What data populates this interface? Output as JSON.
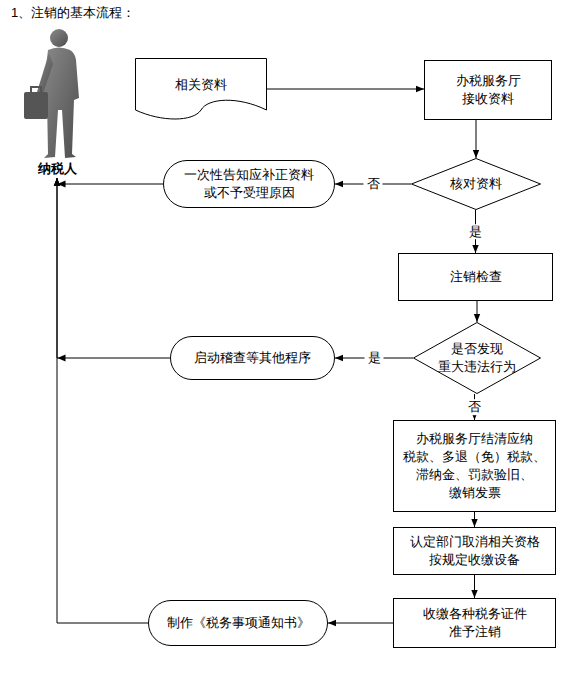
{
  "diagram": {
    "title": "1、注销的基本流程：",
    "nodes": [
      {
        "text": [
          "纳税人"
        ]
      },
      {
        "text": [
          "相关资料"
        ]
      },
      {
        "text": [
          "办税服务厅 接收资料"
        ]
      },
      {
        "text": [
          "核对资料"
        ]
      },
      {
        "text": [
          "一次性告知应补正资料 或不予受理原因"
        ]
      },
      {
        "text": [
          "注销检查"
        ]
      },
      {
        "text": [
          "是否发现 重大违法行为"
        ]
      },
      {
        "text": [
          "启动稽查等其他程序"
        ]
      },
      {
        "text": [
          "办税服务厅结清应纳 税款、多退（免）税款、 滞纳金、罚款验旧、 缴销发票"
        ]
      },
      {
        "text": [
          "认定部门取消相关资格 按规定收缴设备"
        ]
      },
      {
        "text": [
          "收缴各种税务证件 准予注销"
        ]
      },
      {
        "text": [
          "制作《税务事项通知书》"
        ]
      }
    ],
    "edges": [
      {
        "from": 1,
        "to": 2,
        "arrow": "to"
      },
      {
        "from": 2,
        "to": 3,
        "arrow": "to"
      },
      {
        "from": 3,
        "to": 4,
        "label": "否",
        "arrow": "to"
      },
      {
        "from": 3,
        "to": 5,
        "label": "是",
        "arrow": "to"
      },
      {
        "from": 5,
        "to": 6,
        "arrow": "to"
      },
      {
        "from": 6,
        "to": 7,
        "label": "是",
        "arrow": "to"
      },
      {
        "from": 6,
        "to": 8,
        "label": "否",
        "arrow": "to"
      },
      {
        "from": 8,
        "to": 9,
        "arrow": "to"
      },
      {
        "from": 9,
        "to": 10,
        "arrow": "to"
      },
      {
        "from": 10,
        "to": 11,
        "arrow": "to"
      },
      {
        "from": 4,
        "to": 0,
        "arrow": "to"
      },
      {
        "from": 7,
        "to": 0,
        "arrow": "to"
      },
      {
        "from": 11,
        "to": 0,
        "arrow": "to"
      }
    ]
  }
}
